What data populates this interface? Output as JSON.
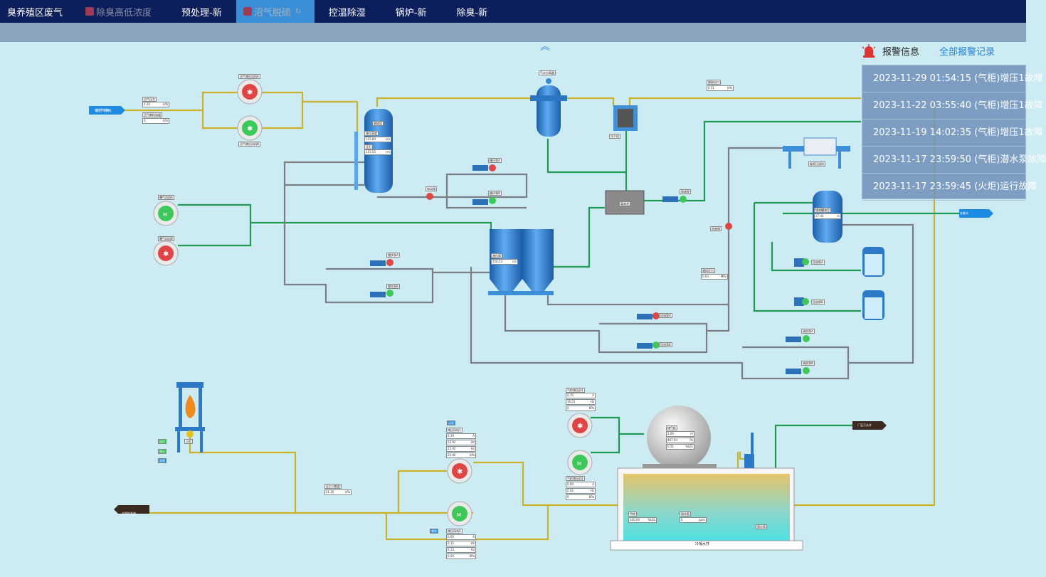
{
  "nav": {
    "tabs": [
      {
        "label": "臭养殖区废气",
        "state": "normal"
      },
      {
        "label": "除臭高低浓度",
        "state": "dim"
      },
      {
        "label": "预处理-新",
        "state": "normal"
      },
      {
        "label": "沼气脱硫",
        "state": "active"
      },
      {
        "label": "控温除湿",
        "state": "normal"
      },
      {
        "label": "锅炉-新",
        "state": "normal"
      },
      {
        "label": "除臭-新",
        "state": "normal"
      }
    ]
  },
  "alarm": {
    "title": "报警信息",
    "all_records": "全部报警记录",
    "items": [
      "2023-11-29 01:54:15 (气柜)增压1故障",
      "2023-11-22 03:55:40 (气柜)增压1故障",
      "2023-11-19 14:02:35 (气柜)增压1故障",
      "2023-11-17 23:59:50 (气柜)潜水泵故障",
      "2023-11-17 23:59:45 (火炬)运行故障"
    ]
  },
  "colors": {
    "nav_bg": "#0c1e5c",
    "active_tab": "#3a8fd6",
    "pipe_yellow": "#c9b22a",
    "pipe_green": "#1f9a55",
    "pipe_gray": "#7b7f85",
    "canvas_bg": "#cdebf3"
  },
  "icons": [
    "collapse-chevron-up-icon",
    "alarm-siren-icon",
    "fan-icon",
    "pump-icon",
    "flame-icon"
  ],
  "diagram": {
    "inlet_tag": "进沼气系统",
    "outlet_tag": "去集水",
    "factory_tag": "厂区污水井",
    "torch_tag": "去锅炉系统",
    "in_pressure": {
      "label": "沼气压力",
      "value": "2.20",
      "unit": "kPa"
    },
    "in_flow": {
      "label": "沼气瞬时流量",
      "value": "0",
      "unit": "kPa"
    },
    "fan_a": "沼气增压风机A",
    "fan_b": "沼气增压风机B",
    "tower1": {
      "label": "脱硫塔",
      "level_label": "液位高度",
      "level": "115.80",
      "pressure_label": "压力",
      "pressure": "115.55",
      "unit": "cm"
    },
    "valve_label": "电动阀",
    "pump_a": "循环泵A",
    "pump_b": "循环泵B",
    "separator": "气水分离器",
    "h2s": {
      "label": "脱硫出口",
      "value": "0.51",
      "unit": "kPa"
    },
    "dryer": "冷干机",
    "blower_a": "曝气风机A",
    "blower_b": "曝气风机B",
    "tower2": {
      "label": "液位高",
      "value": "150.53",
      "unit": "cm"
    },
    "stir_a": "搅拌泵A",
    "stir_b": "搅拌泵B",
    "tank_box": "富液池",
    "send_pump": "排液泵",
    "mid_valve": "进液阀",
    "pressure_gauge": {
      "label": "通风压力",
      "value": "0.03",
      "unit": "MPa"
    },
    "filter_press": "板框压滤机",
    "buffer_tank": {
      "label": "储液罐液位",
      "value": "37.45",
      "unit": "m"
    },
    "circ_a": "回流泵A",
    "circ_b": "回流泵B",
    "return_a": "回流泵A",
    "return_b": "回流泵B",
    "reg_a": "调质泵A",
    "reg_b": "调质泵B",
    "booster1": {
      "title": "气柜增压机1",
      "rows": [
        [
          "0.70",
          "A"
        ],
        [
          "16.01",
          "Hz"
        ],
        [
          "0",
          "KPa"
        ]
      ]
    },
    "booster2": {
      "title": "气柜增压机2",
      "rows": [
        [
          "0.00",
          "A"
        ],
        [
          "0.02",
          "Hz"
        ],
        [
          "0",
          "KPa"
        ]
      ]
    },
    "booster_main": {
      "title": "增压风机1",
      "rows": [
        [
          "0.19",
          "A"
        ],
        [
          "22.92",
          "Hz"
        ],
        [
          "22.92",
          "Hz"
        ],
        [
          "24.00",
          "kPa"
        ]
      ]
    },
    "booster_sec": {
      "title": "增压风机2",
      "rows": [
        [
          "0.00",
          "A"
        ],
        [
          "0.15",
          "Hz"
        ],
        [
          "0.13",
          "Hz"
        ],
        [
          "0.00",
          "KPa"
        ]
      ]
    },
    "gas_holder": {
      "label": "储气柜",
      "rows": [
        [
          "2.00",
          "m"
        ],
        [
          "467.94",
          "Pa"
        ],
        [
          "0.51",
          "%LEL"
        ]
      ]
    },
    "pool": "冷凝水井",
    "pool_lel": {
      "label": "甲烷",
      "value": "100.00",
      "unit": "%LEL"
    },
    "pool_h2s": {
      "label": "硫化氢",
      "value": "0",
      "unit": "ppm"
    },
    "sub_pump": "潜水泵",
    "torch": "火炬",
    "torch_pressure": {
      "label": "压力 (燃烧)",
      "value": "21.26",
      "unit": "kPa"
    },
    "torch_btns": [
      "运行",
      "停止",
      "故障"
    ],
    "status_small": [
      "远程",
      "就地"
    ]
  }
}
